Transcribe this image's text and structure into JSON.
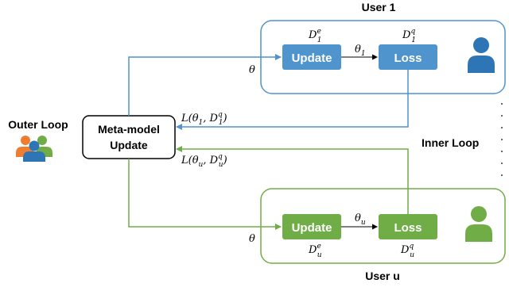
{
  "colors": {
    "blue": "#4f94cd",
    "blue_dark": "#2e75b6",
    "green": "#70ad47",
    "green_dark": "#548235",
    "orange": "#ed7d31",
    "black": "#000000"
  },
  "meta_model": {
    "line1": "Meta-model",
    "line2": "Update"
  },
  "outer_loop": {
    "label": "Outer Loop",
    "icon": "user-group-icon"
  },
  "inner_loop": {
    "label": "Inner Loop"
  },
  "user1": {
    "title": "User 1",
    "update_label": "Update",
    "loss_label": "Loss",
    "support_set": "D",
    "support_sup": "e",
    "support_sub": "1",
    "query_set": "D",
    "query_sup": "q",
    "query_sub": "1",
    "param": "θ",
    "param_sub": "1",
    "theta_in": "θ",
    "icon": "user-icon"
  },
  "useru": {
    "title": "User u",
    "update_label": "Update",
    "loss_label": "Loss",
    "support_set": "D",
    "support_sup": "e",
    "support_sub": "u",
    "query_set": "D",
    "query_sup": "q",
    "query_sub": "u",
    "param": "θ",
    "param_sub": "u",
    "theta_in": "θ",
    "icon": "user-icon"
  },
  "loss_labels": {
    "user1": {
      "prefix": "L(θ",
      "sub1": "1",
      "mid": ", D",
      "sub2": "1",
      "sup2": "q",
      "suffix": ")"
    },
    "useru": {
      "prefix": "L(θ",
      "sub1": "u",
      "mid": ", D",
      "sub2": "u",
      "sup2": "q",
      "suffix": ")"
    }
  },
  "ellipsis": "· · · · · · · ·"
}
